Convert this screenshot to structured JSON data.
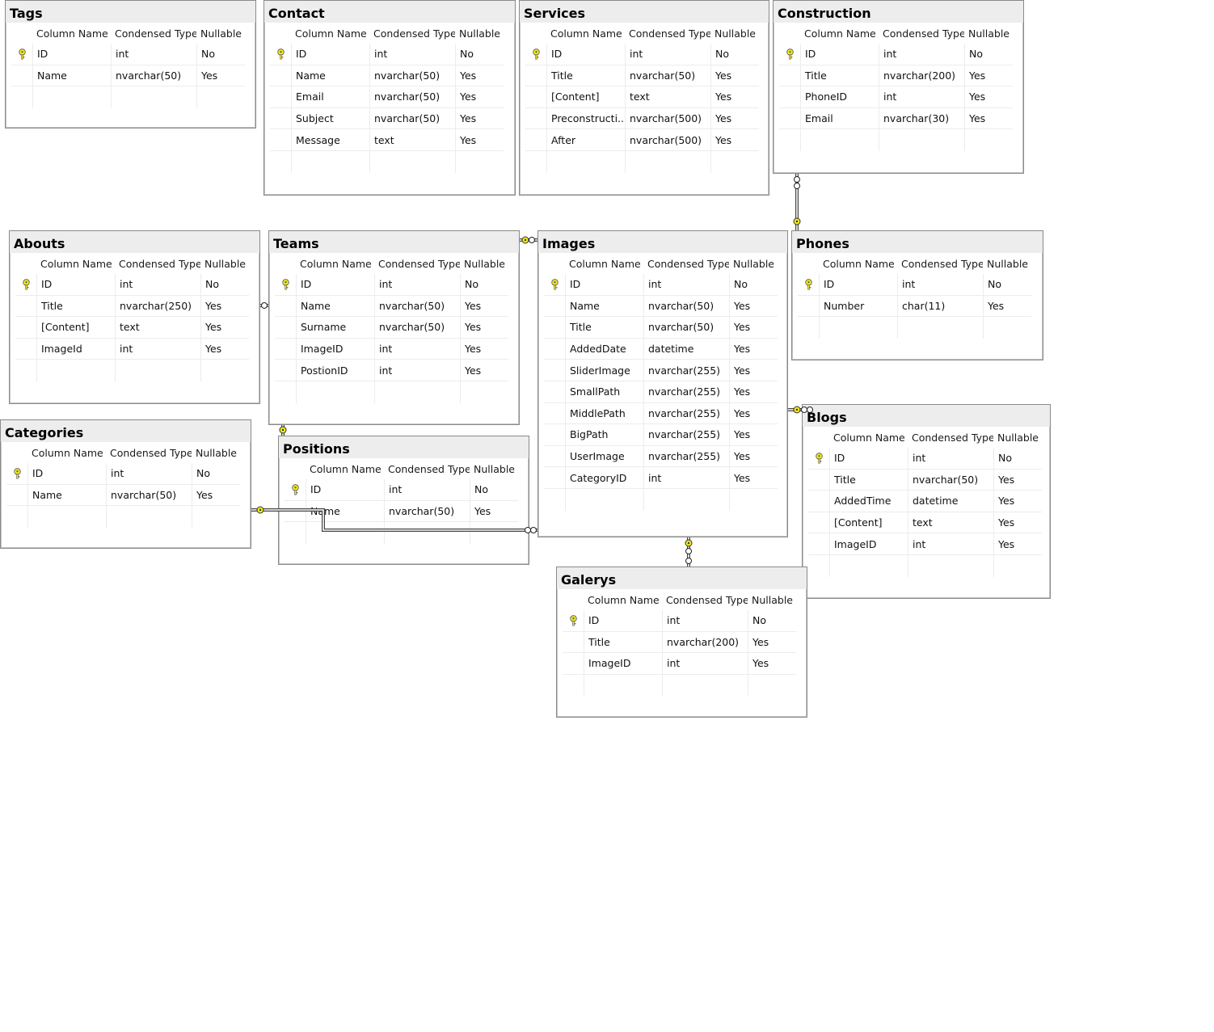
{
  "headers": {
    "col": "Column Name",
    "type": "Condensed Type",
    "null": "Nullable"
  },
  "tables": [
    {
      "id": "tags",
      "name": "Tags",
      "rows": [
        {
          "col": "ID",
          "type": "int",
          "null": "No",
          "key": true
        },
        {
          "col": "Name",
          "type": "nvarchar(50)",
          "null": "Yes",
          "key": false
        }
      ]
    },
    {
      "id": "contact",
      "name": "Contact",
      "rows": [
        {
          "col": "ID",
          "type": "int",
          "null": "No",
          "key": true
        },
        {
          "col": "Name",
          "type": "nvarchar(50)",
          "null": "Yes",
          "key": false
        },
        {
          "col": "Email",
          "type": "nvarchar(50)",
          "null": "Yes",
          "key": false
        },
        {
          "col": "Subject",
          "type": "nvarchar(50)",
          "null": "Yes",
          "key": false
        },
        {
          "col": "Message",
          "type": "text",
          "null": "Yes",
          "key": false
        }
      ]
    },
    {
      "id": "services",
      "name": "Services",
      "rows": [
        {
          "col": "ID",
          "type": "int",
          "null": "No",
          "key": true
        },
        {
          "col": "Title",
          "type": "nvarchar(50)",
          "null": "Yes",
          "key": false
        },
        {
          "col": "[Content]",
          "type": "text",
          "null": "Yes",
          "key": false
        },
        {
          "col": "Preconstructi...",
          "type": "nvarchar(500)",
          "null": "Yes",
          "key": false
        },
        {
          "col": "After",
          "type": "nvarchar(500)",
          "null": "Yes",
          "key": false
        }
      ]
    },
    {
      "id": "construction",
      "name": "Construction",
      "rows": [
        {
          "col": "ID",
          "type": "int",
          "null": "No",
          "key": true
        },
        {
          "col": "Title",
          "type": "nvarchar(200)",
          "null": "Yes",
          "key": false
        },
        {
          "col": "PhoneID",
          "type": "int",
          "null": "Yes",
          "key": false
        },
        {
          "col": "Email",
          "type": "nvarchar(30)",
          "null": "Yes",
          "key": false
        }
      ]
    },
    {
      "id": "abouts",
      "name": "Abouts",
      "rows": [
        {
          "col": "ID",
          "type": "int",
          "null": "No",
          "key": true
        },
        {
          "col": "Title",
          "type": "nvarchar(250)",
          "null": "Yes",
          "key": false
        },
        {
          "col": "[Content]",
          "type": "text",
          "null": "Yes",
          "key": false
        },
        {
          "col": "ImageId",
          "type": "int",
          "null": "Yes",
          "key": false
        }
      ]
    },
    {
      "id": "teams",
      "name": "Teams",
      "rows": [
        {
          "col": "ID",
          "type": "int",
          "null": "No",
          "key": true
        },
        {
          "col": "Name",
          "type": "nvarchar(50)",
          "null": "Yes",
          "key": false
        },
        {
          "col": "Surname",
          "type": "nvarchar(50)",
          "null": "Yes",
          "key": false
        },
        {
          "col": "ImageID",
          "type": "int",
          "null": "Yes",
          "key": false
        },
        {
          "col": "PostionID",
          "type": "int",
          "null": "Yes",
          "key": false
        }
      ]
    },
    {
      "id": "images",
      "name": "Images",
      "rows": [
        {
          "col": "ID",
          "type": "int",
          "null": "No",
          "key": true
        },
        {
          "col": "Name",
          "type": "nvarchar(50)",
          "null": "Yes",
          "key": false
        },
        {
          "col": "Title",
          "type": "nvarchar(50)",
          "null": "Yes",
          "key": false
        },
        {
          "col": "AddedDate",
          "type": "datetime",
          "null": "Yes",
          "key": false
        },
        {
          "col": "SliderImage",
          "type": "nvarchar(255)",
          "null": "Yes",
          "key": false
        },
        {
          "col": "SmallPath",
          "type": "nvarchar(255)",
          "null": "Yes",
          "key": false
        },
        {
          "col": "MiddlePath",
          "type": "nvarchar(255)",
          "null": "Yes",
          "key": false
        },
        {
          "col": "BigPath",
          "type": "nvarchar(255)",
          "null": "Yes",
          "key": false
        },
        {
          "col": "UserImage",
          "type": "nvarchar(255)",
          "null": "Yes",
          "key": false
        },
        {
          "col": "CategoryID",
          "type": "int",
          "null": "Yes",
          "key": false
        }
      ]
    },
    {
      "id": "phones",
      "name": "Phones",
      "rows": [
        {
          "col": "ID",
          "type": "int",
          "null": "No",
          "key": true
        },
        {
          "col": "Number",
          "type": "char(11)",
          "null": "Yes",
          "key": false
        }
      ]
    },
    {
      "id": "categories",
      "name": "Categories",
      "rows": [
        {
          "col": "ID",
          "type": "int",
          "null": "No",
          "key": true
        },
        {
          "col": "Name",
          "type": "nvarchar(50)",
          "null": "Yes",
          "key": false
        }
      ]
    },
    {
      "id": "positions",
      "name": "Positions",
      "rows": [
        {
          "col": "ID",
          "type": "int",
          "null": "No",
          "key": true
        },
        {
          "col": "Name",
          "type": "nvarchar(50)",
          "null": "Yes",
          "key": false
        }
      ]
    },
    {
      "id": "blogs",
      "name": "Blogs",
      "rows": [
        {
          "col": "ID",
          "type": "int",
          "null": "No",
          "key": true
        },
        {
          "col": "Title",
          "type": "nvarchar(50)",
          "null": "Yes",
          "key": false
        },
        {
          "col": "AddedTime",
          "type": "datetime",
          "null": "Yes",
          "key": false
        },
        {
          "col": "[Content]",
          "type": "text",
          "null": "Yes",
          "key": false
        },
        {
          "col": "ImageID",
          "type": "int",
          "null": "Yes",
          "key": false
        }
      ]
    },
    {
      "id": "galerys",
      "name": "Galerys",
      "rows": [
        {
          "col": "ID",
          "type": "int",
          "null": "No",
          "key": true
        },
        {
          "col": "Title",
          "type": "nvarchar(200)",
          "null": "Yes",
          "key": false
        },
        {
          "col": "ImageID",
          "type": "int",
          "null": "Yes",
          "key": false
        }
      ]
    }
  ],
  "relationships": [
    {
      "id": "construction-phones",
      "from": "Construction",
      "to": "Phones"
    },
    {
      "id": "images-teams",
      "from": "Images",
      "to": "Teams"
    },
    {
      "id": "images-abouts",
      "from": "Images",
      "to": "Abouts"
    },
    {
      "id": "positions-teams",
      "from": "Positions",
      "to": "Teams"
    },
    {
      "id": "categories-images",
      "from": "Categories",
      "to": "Images"
    },
    {
      "id": "images-blogs",
      "from": "Images",
      "to": "Blogs"
    },
    {
      "id": "images-galerys",
      "from": "Images",
      "to": "Galerys"
    }
  ],
  "colors": {
    "key": "#f2e71a",
    "line": "#444444",
    "title_bg": "#ededed"
  }
}
